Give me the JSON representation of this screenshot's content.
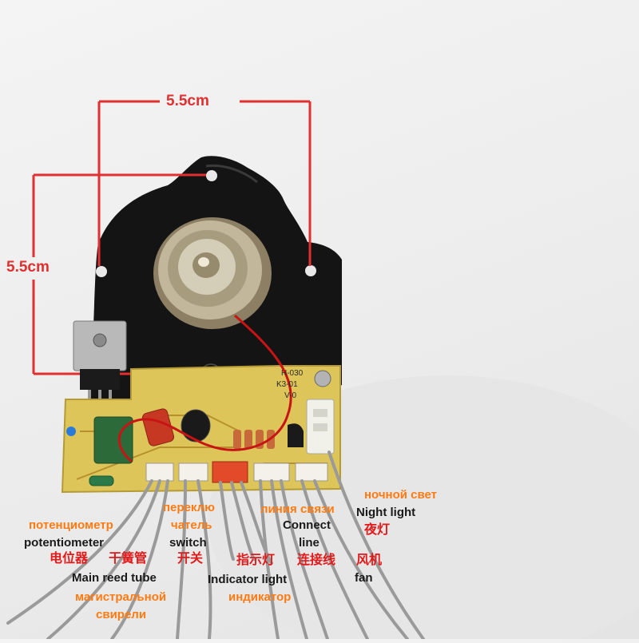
{
  "dimensions": {
    "width_label": "5.5cm",
    "height_label": "5.5cm"
  },
  "board_silkscreen": {
    "line1": "H-030",
    "line2": "K3-01",
    "line3": "V-0"
  },
  "labels": {
    "potentiometer": {
      "ru": "потенциометр",
      "en": "potentiometer",
      "cn": "电位器"
    },
    "reed_switch": {
      "cn": "干簧管",
      "en": "Main reed tube",
      "ru_line1": "магистральной",
      "ru_line2": "свирели"
    },
    "switch": {
      "ru_line1": "переклю",
      "ru_line2": "чатель",
      "en": "switch",
      "cn": "开关"
    },
    "indicator": {
      "cn": "指示灯",
      "en": "Indicator light",
      "ru": "индикатор"
    },
    "connect": {
      "ru": "линия связи",
      "en_line1": "Connect",
      "en_line2": "line",
      "cn": "连接线"
    },
    "night_light": {
      "ru": "ночной свет",
      "en": "Night light",
      "cn": "夜灯"
    },
    "fan": {
      "cn": "风机",
      "en": "fan"
    }
  },
  "colors": {
    "dimension_lines": "#e03030",
    "russian_text": "#ff7a10",
    "english_text": "#1a1a1a",
    "chinese_text": "#e21a1a",
    "pcb": "#ddc55a",
    "plate": "#141414"
  }
}
